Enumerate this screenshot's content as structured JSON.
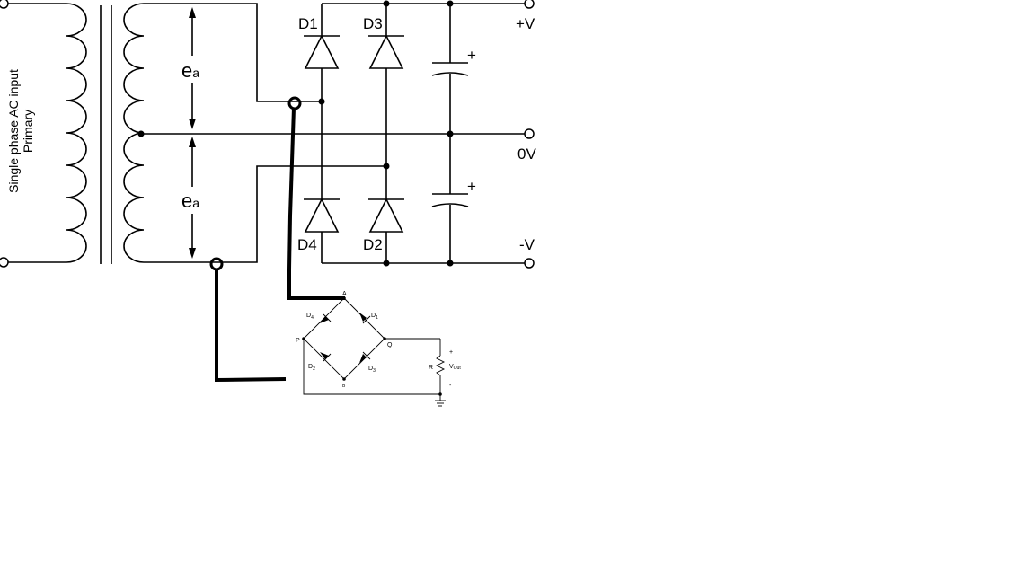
{
  "diagram": {
    "primary_label_line1": "Single phase AC input",
    "primary_label_line2": "Primary",
    "winding_voltage_top": "e",
    "winding_voltage_top_sub": "a",
    "winding_voltage_bottom": "e",
    "winding_voltage_bottom_sub": "a",
    "diodes": {
      "d1": "D1",
      "d2": "D2",
      "d3": "D3",
      "d4": "D4"
    },
    "capacitor_polarity_top": "+",
    "capacitor_polarity_bottom": "+",
    "outputs": {
      "positive": "+V",
      "zero": "0V",
      "negative": "-V"
    }
  },
  "bridge_inset": {
    "node_a": "A",
    "node_b": "B",
    "node_p": "P",
    "node_q": "Q",
    "d1": "D",
    "d1_sub": "1",
    "d2": "D",
    "d2_sub": "2",
    "d3": "D",
    "d3_sub": "3",
    "d4": "D",
    "d4_sub": "4",
    "resistor": "R",
    "vout": "V",
    "vout_sub": "Out",
    "plus": "+",
    "minus": "-"
  }
}
